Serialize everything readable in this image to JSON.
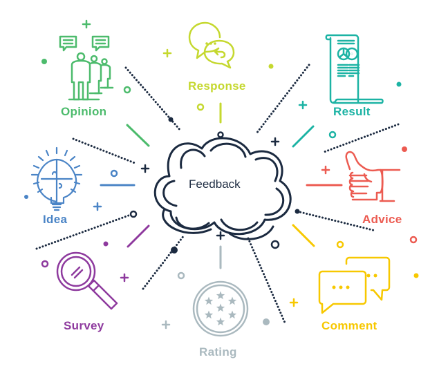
{
  "center": {
    "label": "Feedback",
    "color": "#1b2a40",
    "icon": "cloud-icon"
  },
  "nodes": [
    {
      "id": "opinion",
      "label": "Opinion",
      "color": "#4cbb6c",
      "icon": "group-speech-icon"
    },
    {
      "id": "response",
      "label": "Response",
      "color": "#c5d82f",
      "icon": "reply-bubbles-icon"
    },
    {
      "id": "result",
      "label": "Result",
      "color": "#1cb3a4",
      "icon": "report-scroll-icon"
    },
    {
      "id": "idea",
      "label": "Idea",
      "color": "#4a84c6",
      "icon": "puzzle-lightbulb-icon"
    },
    {
      "id": "advice",
      "label": "Advice",
      "color": "#ec5b51",
      "icon": "thumbs-up-icon"
    },
    {
      "id": "survey",
      "label": "Survey",
      "color": "#8e3a9e",
      "icon": "magnifier-icon"
    },
    {
      "id": "rating",
      "label": "Rating",
      "color": "#aab9bf",
      "icon": "star-badge-icon"
    },
    {
      "id": "comment",
      "label": "Comment",
      "color": "#f7c800",
      "icon": "chat-bubbles-icon"
    }
  ],
  "palette": {
    "dots": "#1b2a40"
  }
}
